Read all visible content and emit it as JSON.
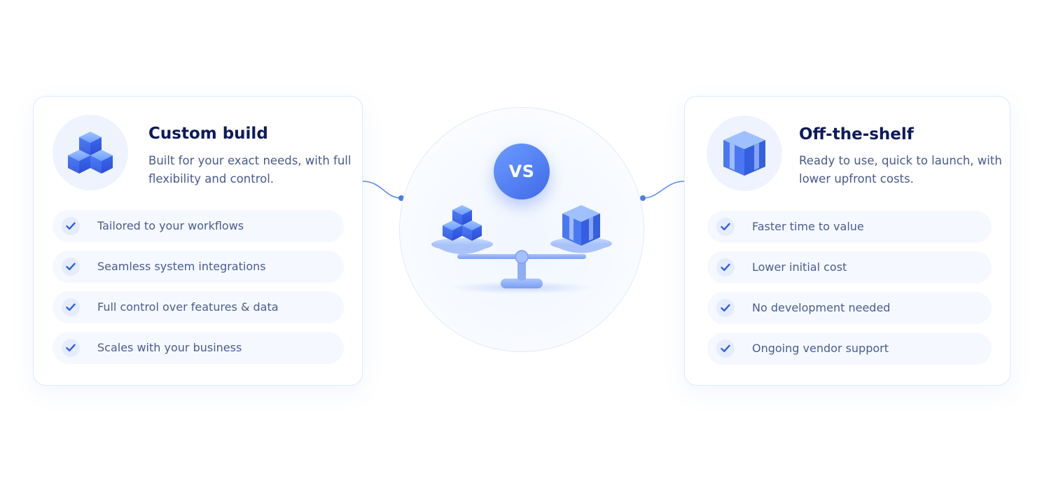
{
  "left_card": {
    "title": "Custom build",
    "description": "Built for your exact needs, with full flexibility and control.",
    "icon": "stacked-cubes-icon",
    "features": [
      "Tailored to your workflows",
      "Seamless system integrations",
      "Full control over features & data",
      "Scales with your business"
    ]
  },
  "center": {
    "badge": "VS",
    "illustration": "balance-scale-icon"
  },
  "right_card": {
    "title": "Off-the-shelf",
    "description": "Ready to use, quick to launch, with lower upfront costs.",
    "icon": "package-box-icon",
    "features": [
      "Faster time to value",
      "Lower initial cost",
      "No development needed",
      "Ongoing vendor support"
    ]
  },
  "colors": {
    "title": "#0c1a5c",
    "text": "#4a5d90",
    "accent": "#3f6ae8",
    "check": "#2f5fdf",
    "border": "#dfe9fb"
  }
}
